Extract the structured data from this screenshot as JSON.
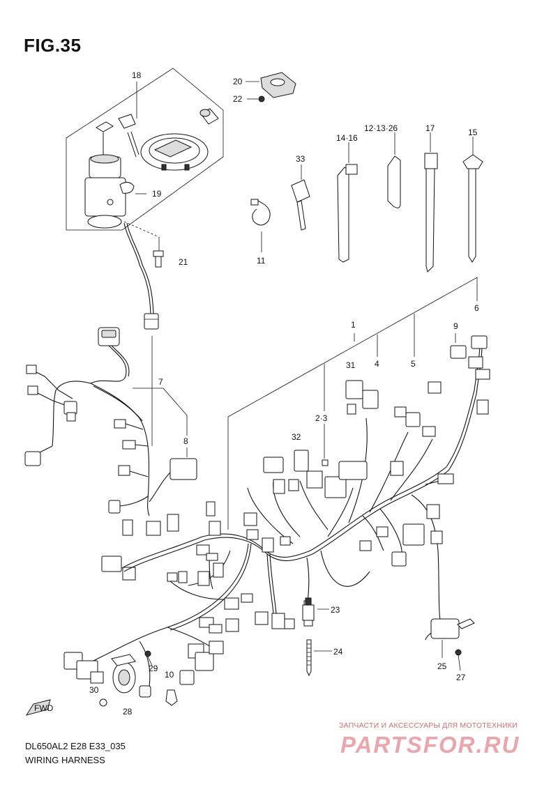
{
  "figure": {
    "title": "FIG.35",
    "model_code": "DL650AL2 E28 E33_035",
    "caption": "WIRING HARNESS"
  },
  "watermark": {
    "text": "ЗАПЧАСТИ И АКСЕССУАРЫ ДЛЯ МОТОТЕХНИКИ",
    "logo": "PARTSFOR.RU"
  },
  "fwd_label": "FWD",
  "callouts": {
    "c18": "18",
    "c19": "19",
    "c20": "20",
    "c21": "21",
    "c22": "22",
    "c33": "33",
    "c11": "11",
    "c14_16": "14·16",
    "c12_13_26": "12·13·26",
    "c17": "17",
    "c15": "15",
    "c1": "1",
    "c6": "6",
    "c9": "9",
    "c31": "31",
    "c4": "4",
    "c5": "5",
    "c2_3": "2·3",
    "c32": "32",
    "c7": "7",
    "c8": "8",
    "c23": "23",
    "c24": "24",
    "c25": "25",
    "c27": "27",
    "c29": "29",
    "c10": "10",
    "c30": "30",
    "c28": "28"
  }
}
